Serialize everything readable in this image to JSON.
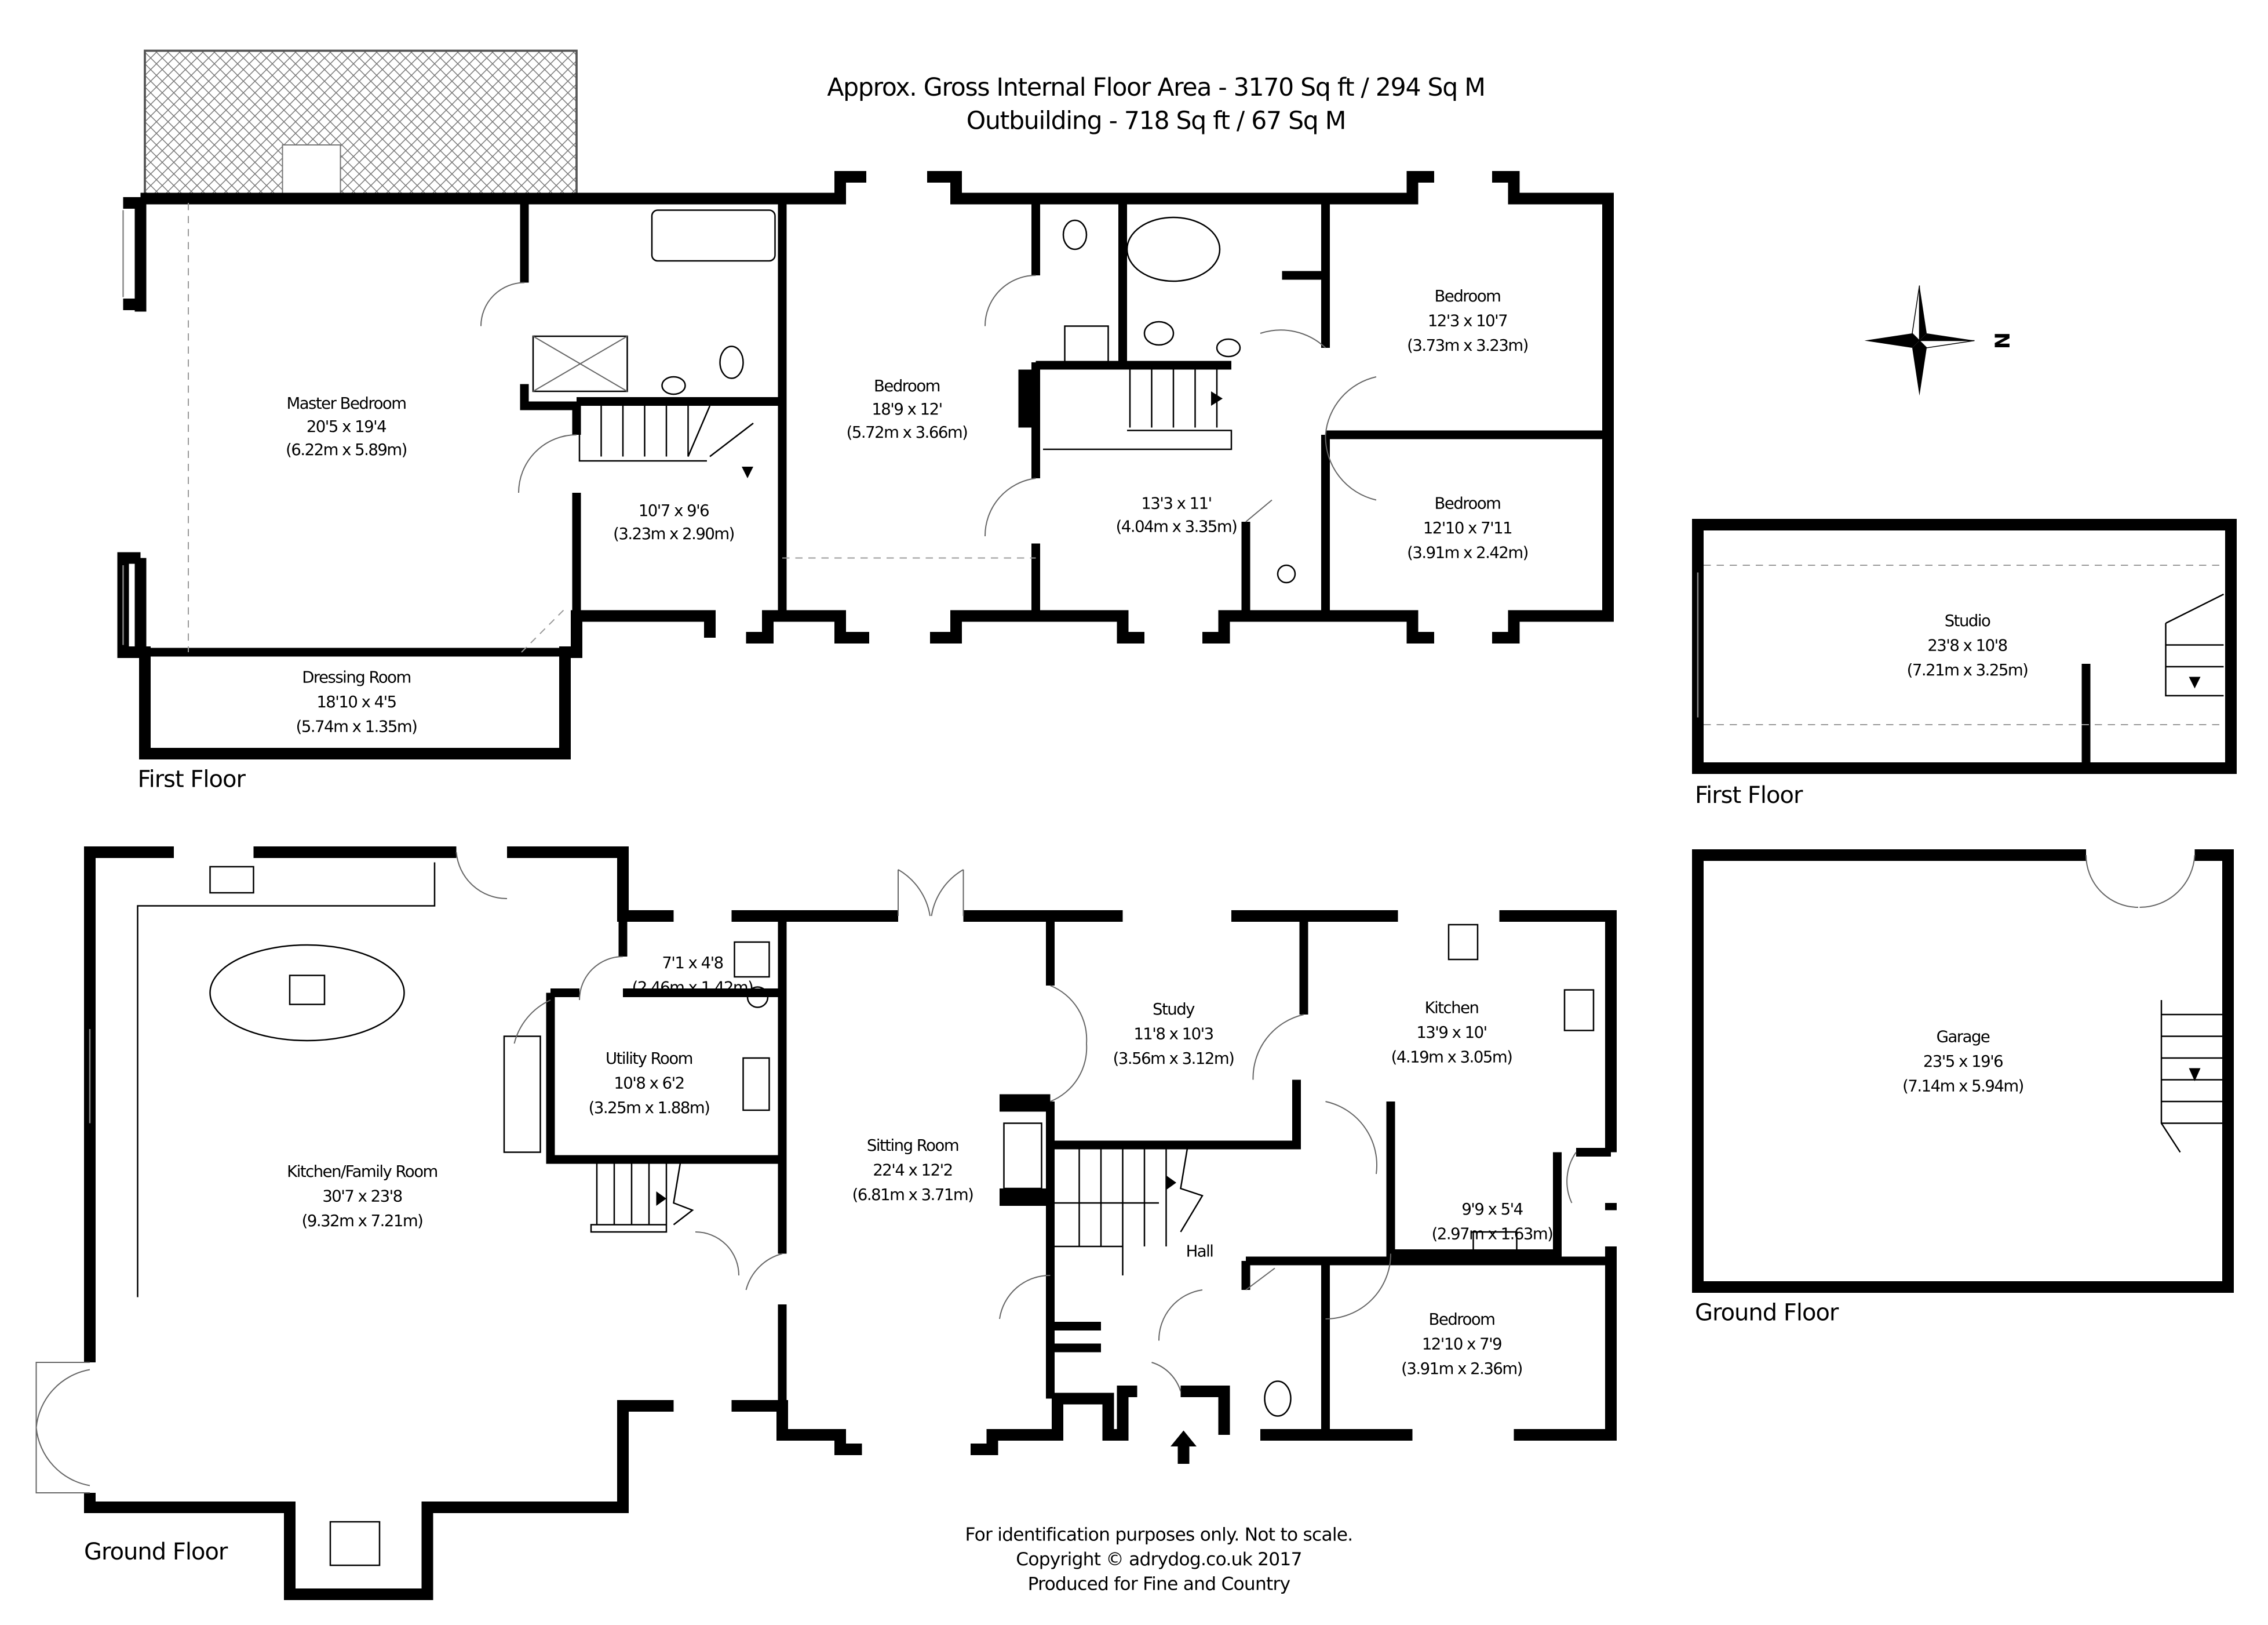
{
  "header": {
    "line1": "Approx. Gross Internal Floor Area - 3170 Sq ft / 294 Sq M",
    "line2": "Outbuilding - 718 Sq ft / 67 Sq M"
  },
  "compass": {
    "north_label": "N"
  },
  "floors": {
    "main_first": "First Floor",
    "main_ground": "Ground Floor",
    "outbuilding_first": "First Floor",
    "outbuilding_ground": "Ground Floor"
  },
  "rooms": {
    "master_bedroom": {
      "name": "Master Bedroom",
      "imperial": "20'5 x 19'4",
      "metric": "(6.22m x 5.89m)"
    },
    "landing": {
      "imperial": "10'7 x 9'6",
      "metric": "(3.23m x 2.90m)"
    },
    "bedroom_1": {
      "name": "Bedroom",
      "imperial": "18'9 x 12'",
      "metric": "(5.72m x 3.66m)"
    },
    "landing_2": {
      "imperial": "13'3 x 11'",
      "metric": "(4.04m x 3.35m)"
    },
    "bedroom_2": {
      "name": "Bedroom",
      "imperial": "12'3 x 10'7",
      "metric": "(3.73m x 3.23m)"
    },
    "bedroom_3": {
      "name": "Bedroom",
      "imperial": "12'10 x 7'11",
      "metric": "(3.91m x 2.42m)"
    },
    "dressing_room": {
      "name": "Dressing Room",
      "imperial": "18'10 x 4'5",
      "metric": "(5.74m x 1.35m)"
    },
    "studio": {
      "name": "Studio",
      "imperial": "23'8 x 10'8",
      "metric": "(7.21m x 3.25m)"
    },
    "garage": {
      "name": "Garage",
      "imperial": "23'5 x 19'6",
      "metric": "(7.14m x 5.94m)"
    },
    "kitchen_family": {
      "name": "Kitchen/Family Room",
      "imperial": "30'7 x 23'8",
      "metric": "(9.32m x 7.21m)"
    },
    "store": {
      "imperial": "7'1 x 4'8",
      "metric": "(2.46m x 1.42m)"
    },
    "utility": {
      "name": "Utility Room",
      "imperial": "10'8 x 6'2",
      "metric": "(3.25m x 1.88m)"
    },
    "sitting_room": {
      "name": "Sitting Room",
      "imperial": "22'4 x 12'2",
      "metric": "(6.81m x 3.71m)"
    },
    "study": {
      "name": "Study",
      "imperial": "11'8 x 10'3",
      "metric": "(3.56m x 3.12m)"
    },
    "kitchen": {
      "name": "Kitchen",
      "imperial": "13'9 x 10'",
      "metric": "(4.19m x 3.05m)"
    },
    "scullery": {
      "imperial": "9'9 x 5'4",
      "metric": "(2.97m x 1.63m)"
    },
    "hall": {
      "name": "Hall"
    },
    "bedroom_gf": {
      "name": "Bedroom",
      "imperial": "12'10 x 7'9",
      "metric": "(3.91m x 2.36m)"
    }
  },
  "footer": {
    "line1": "For identification purposes only. Not to scale.",
    "line2": "Copyright © adrydog.co.uk 2017",
    "line3": "Produced for Fine and Country"
  }
}
